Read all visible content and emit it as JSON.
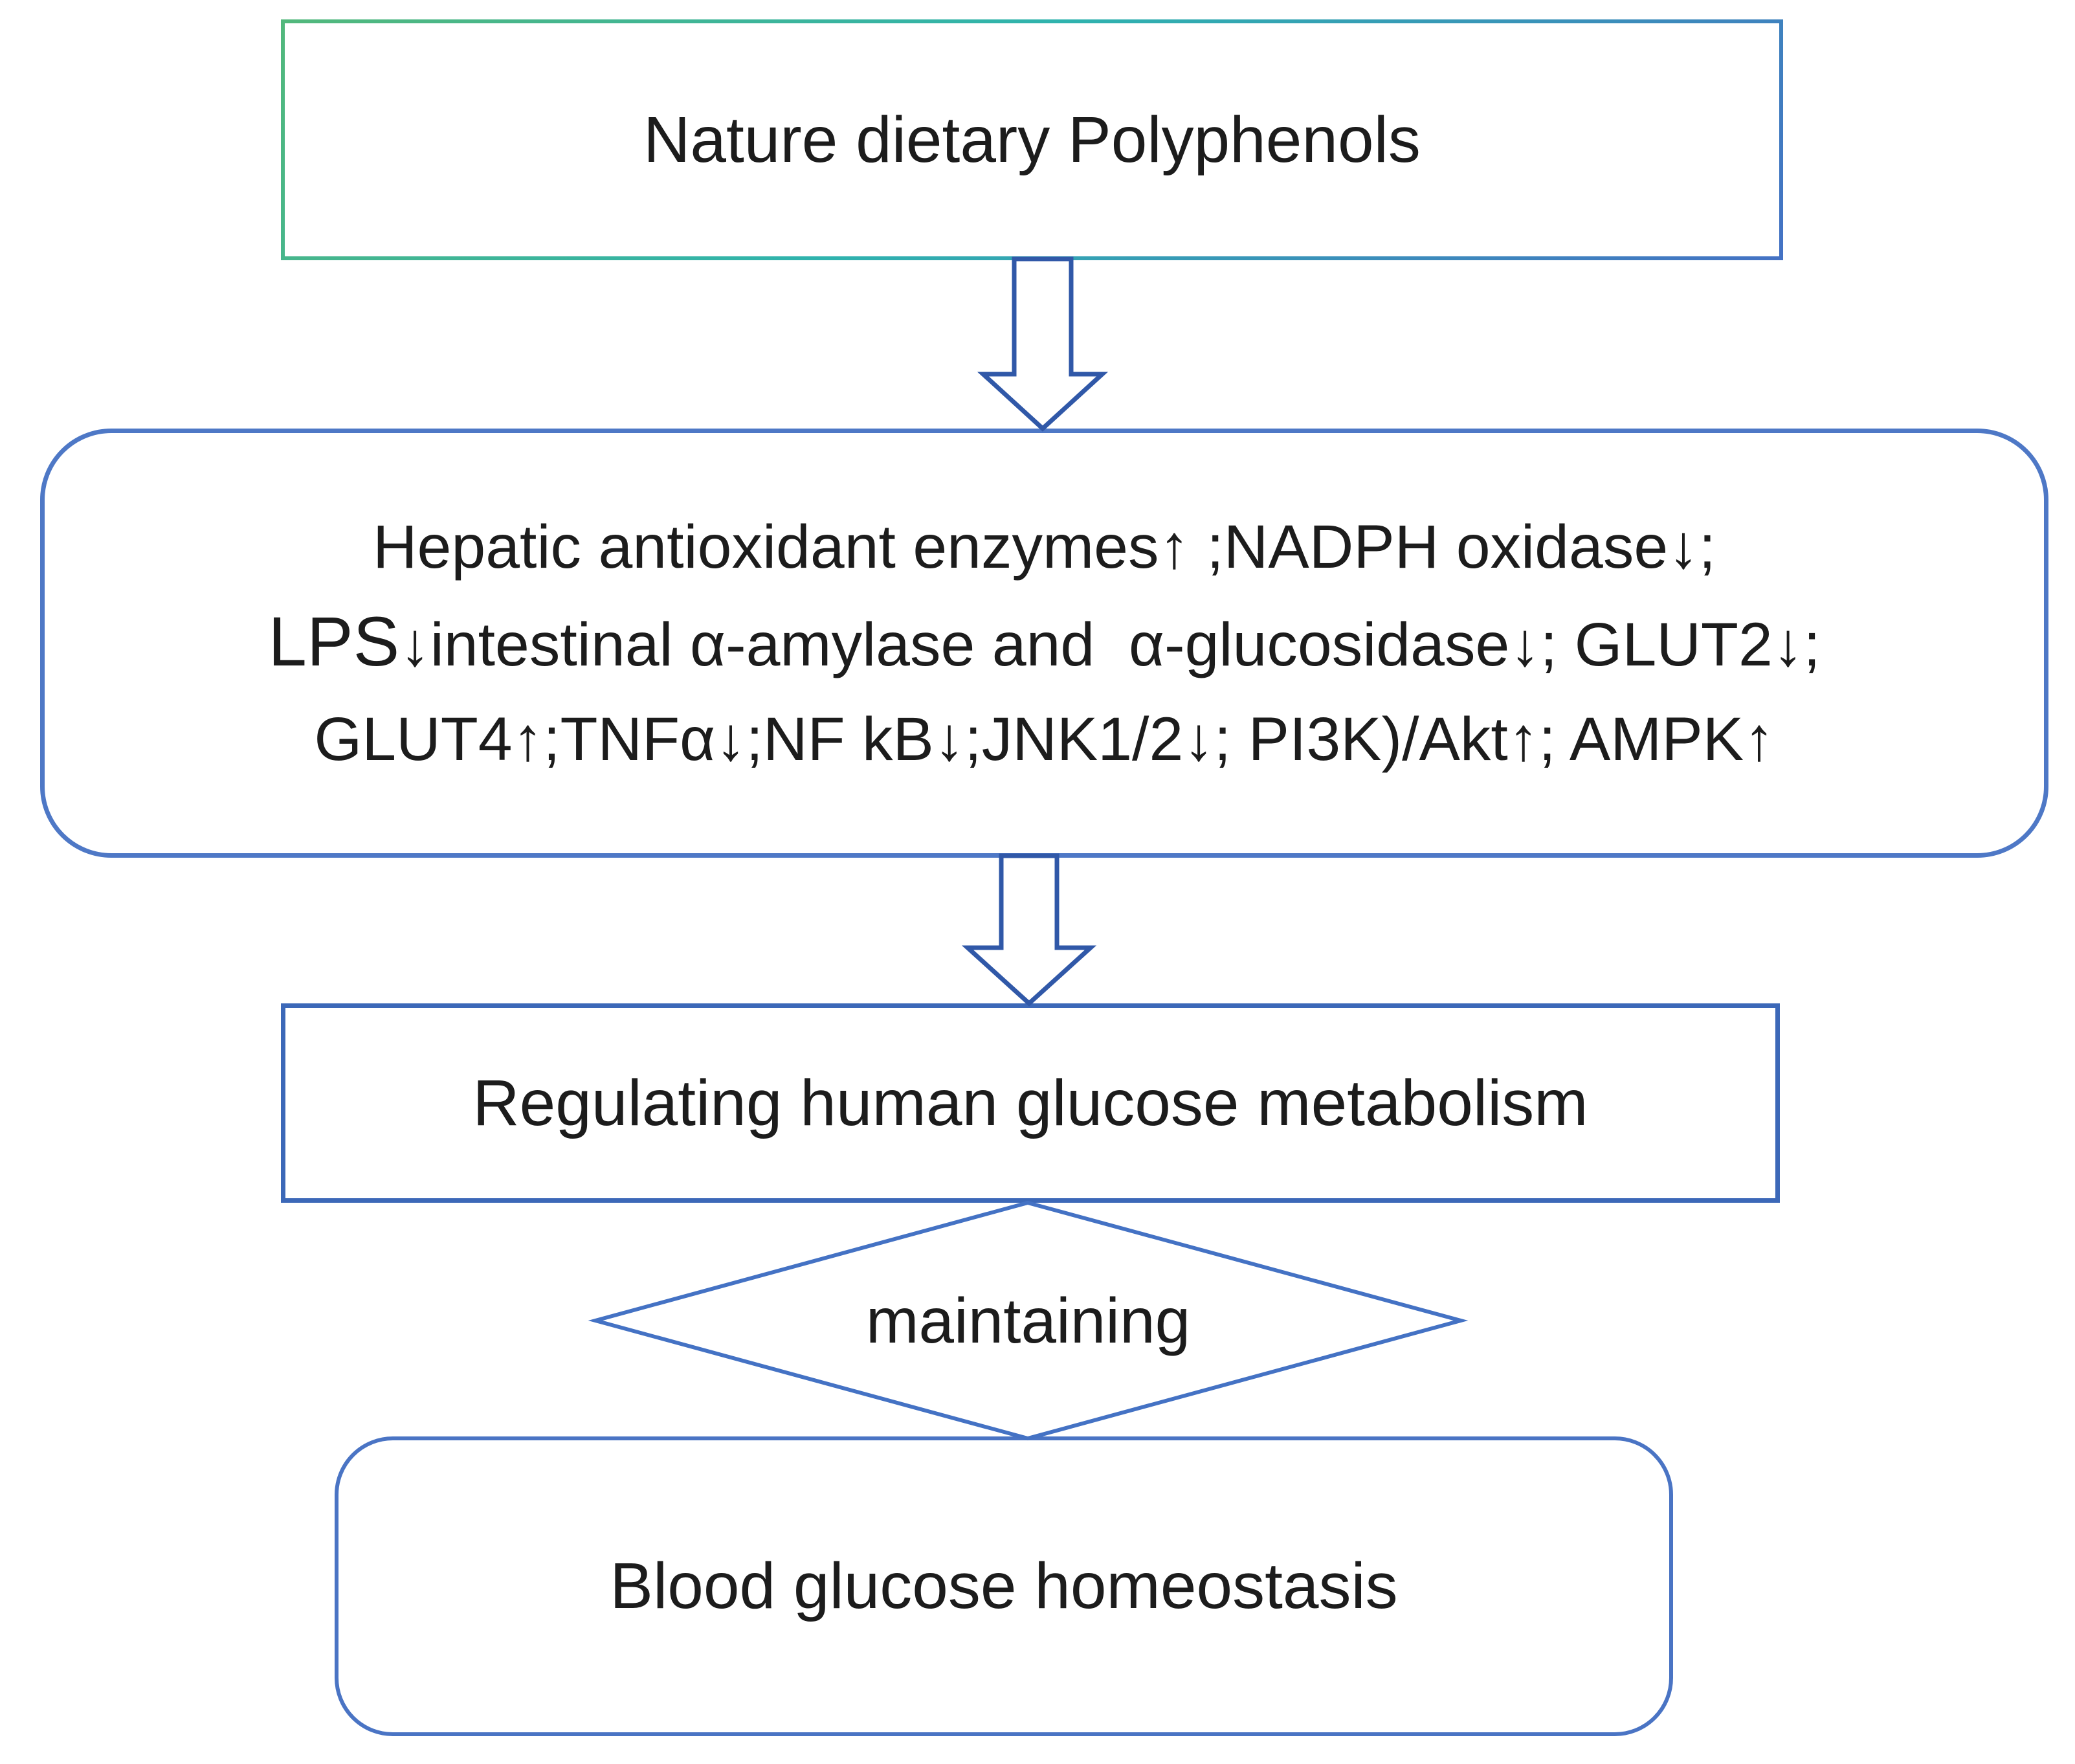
{
  "diagram": {
    "title": "Nature dietary polyphenols glucose metabolism flowchart",
    "nodes": {
      "source": {
        "label": "Nature dietary Polyphenols"
      },
      "mechanisms": {
        "line1": "Hepatic antioxidant enzymes↑ ;NADPH oxidase↓;",
        "line2_prefix": "LPS",
        "line2_rest": "↓intestinal α-amylase and  α-glucosidase↓; GLUT2↓;",
        "line3": "GLUT4↑;TNFα↓;NF kB↓;JNK1/2↓; PI3K)/Akt↑; AMPK↑"
      },
      "outcome": {
        "label": "Regulating human glucose metabolism"
      },
      "decision": {
        "label": "maintaining"
      },
      "result": {
        "label": "Blood glucose homeostasis"
      }
    },
    "icons": {
      "connector1": "block-arrow-down-icon",
      "connector2": "block-arrow-down-icon",
      "decision_shape": "diamond-outline"
    },
    "colors": {
      "gradient_green": "#52b87c",
      "gradient_teal": "#2fb3ae",
      "gradient_blue": "#4472c4",
      "box_border_blue": "#4e78c6",
      "rect_border_blue": "#3c68b8",
      "arrow_stroke_blue": "#3058a8",
      "diamond_stroke_blue": "#4472c4",
      "text": "#1c1c1c",
      "background": "#ffffff"
    }
  }
}
